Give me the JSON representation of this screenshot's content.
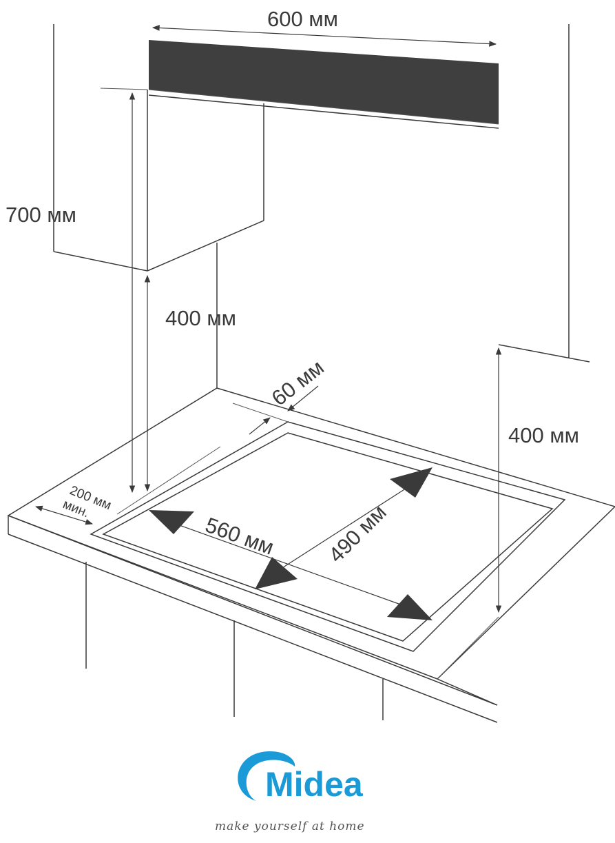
{
  "dimensions": {
    "width_top": "600 мм",
    "height_total": "700 мм",
    "height_left": "400 мм",
    "height_right": "400 мм",
    "back_gap": "60 мм",
    "cutout_width": "560 мм",
    "cutout_depth": "490 мм",
    "front_gap_value": "200 мм",
    "front_gap_note": "мин."
  },
  "brand": {
    "name": "Midea",
    "tagline": "make yourself at home",
    "color": "#1a9ad6"
  },
  "colors": {
    "line": "#3a3a3a",
    "hood": "#3f3f3f"
  }
}
